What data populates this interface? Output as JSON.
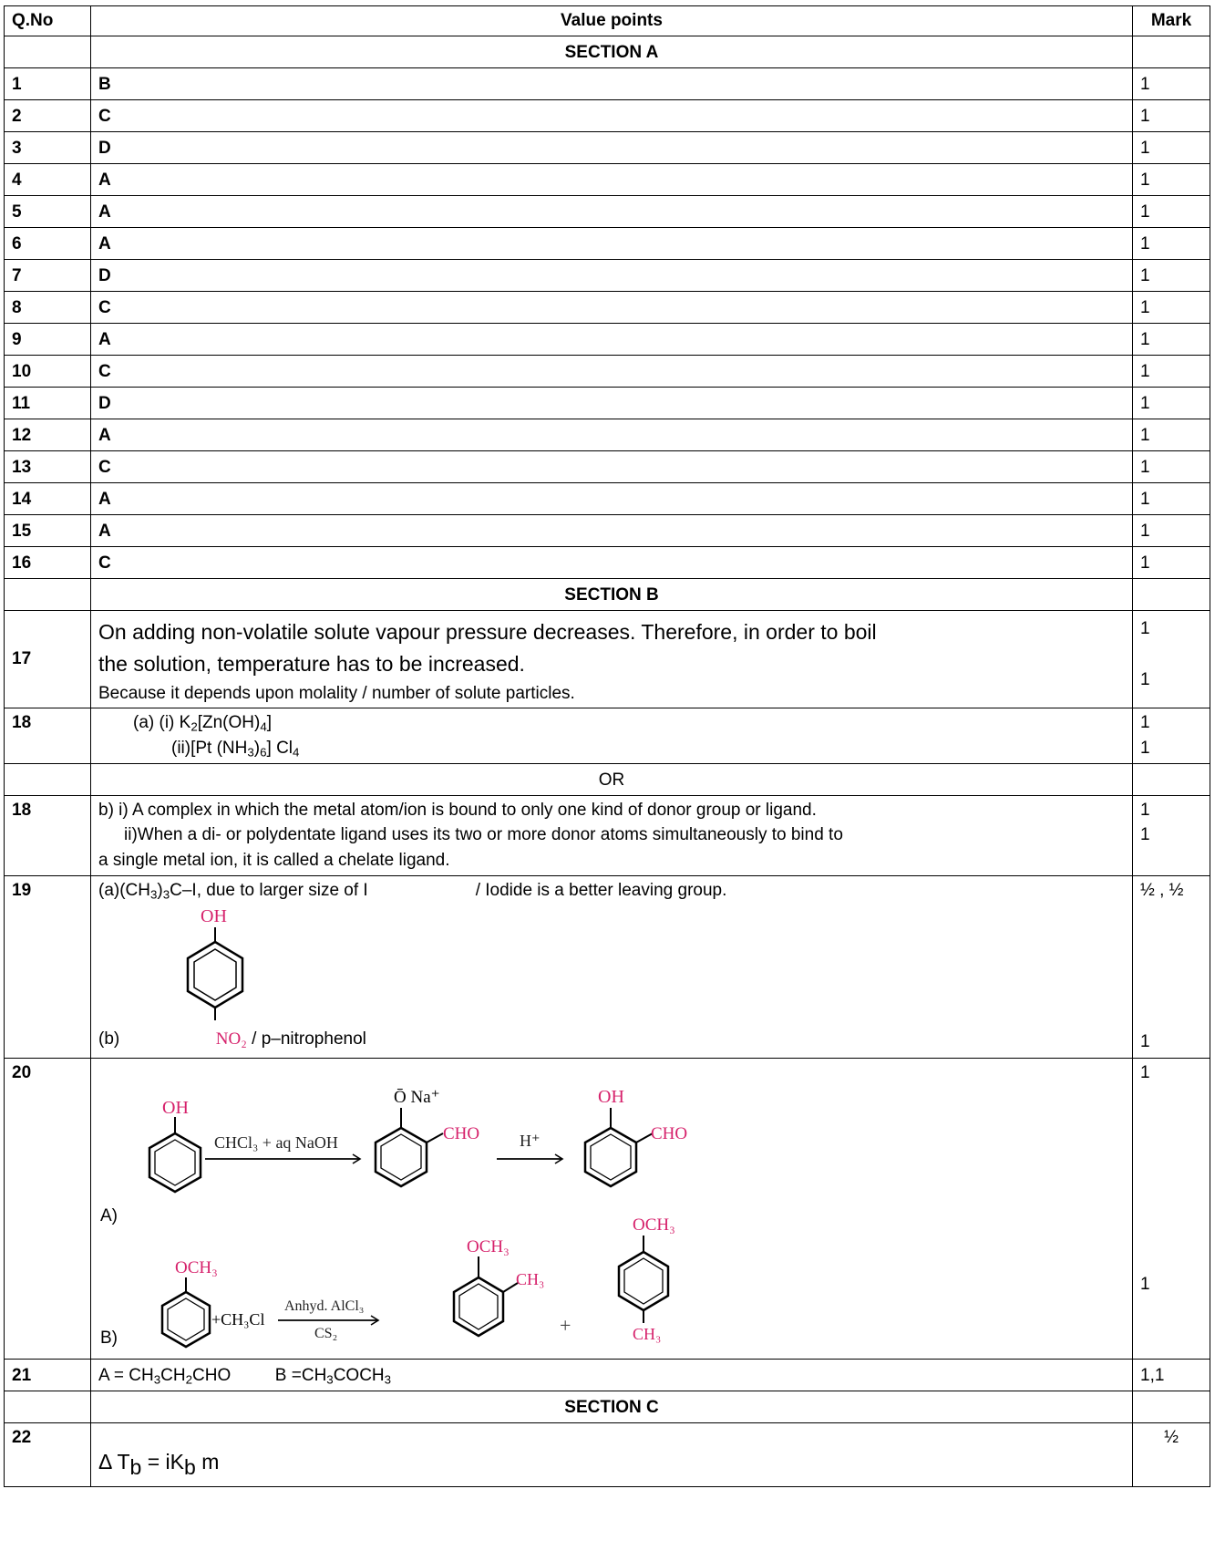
{
  "header": {
    "qno": "Q.No",
    "value_points": "Value points",
    "mark": "Mark"
  },
  "sections": {
    "a": "SECTION A",
    "b": "SECTION B",
    "c": "SECTION C"
  },
  "section_a": [
    {
      "q": "1",
      "answer": "B",
      "mark": "1"
    },
    {
      "q": "2",
      "answer": "C",
      "mark": "1"
    },
    {
      "q": "3",
      "answer": "D",
      "mark": "1"
    },
    {
      "q": "4",
      "answer": "A",
      "mark": "1"
    },
    {
      "q": "5",
      "answer": "A",
      "mark": "1"
    },
    {
      "q": "6",
      "answer": "A",
      "mark": "1"
    },
    {
      "q": "7",
      "answer": "D",
      "mark": "1"
    },
    {
      "q": "8",
      "answer": "C",
      "mark": "1"
    },
    {
      "q": "9",
      "answer": "A",
      "mark": "1"
    },
    {
      "q": "10",
      "answer": "C",
      "mark": "1"
    },
    {
      "q": "11",
      "answer": "D",
      "mark": "1"
    },
    {
      "q": "12",
      "answer": "A",
      "mark": "1"
    },
    {
      "q": "13",
      "answer": "C",
      "mark": "1"
    },
    {
      "q": "14",
      "answer": "A",
      "mark": "1"
    },
    {
      "q": "15",
      "answer": "A",
      "mark": "1"
    },
    {
      "q": "16",
      "answer": "C",
      "mark": "1"
    }
  ],
  "q17": {
    "q": "17",
    "line1": "On adding non-volatile solute vapour pressure decreases. Therefore, in order to boil",
    "line2": "the solution, temperature has to be increased.",
    "line3": "Because it depends upon molality / number of solute particles.",
    "mark1": "1",
    "mark2": "1"
  },
  "q18a": {
    "q": "18",
    "prefix": "(a)  (i) K",
    "part1_tail": "[Zn(OH)",
    "part1_end": "]",
    "part2_prefix": "(ii)[Pt (NH",
    "part2_mid": ")",
    "part2_end": "] Cl",
    "sub2": "2",
    "sub4": "4",
    "sub3": "3",
    "sub6": "6",
    "mark1": "1",
    "mark2": "1"
  },
  "or_text": "OR",
  "q18b": {
    "q": "18",
    "line1": "b) i) A complex in which the metal atom/ion is bound to only one kind of donor group or ligand.",
    "line2": "ii)When a di- or polydentate ligand uses its two or more donor atoms simultaneously to bind to",
    "line3": "a single metal ion, it is called a chelate ligand.",
    "mark1": "1",
    "mark2": "1"
  },
  "q19": {
    "q": "19",
    "a_prefix": "(a)(CH",
    "a_mid": ")",
    "a_rest": "C–I, due to larger size of I",
    "a_tail": "/ Iodide is a better leaving group.",
    "sub3a": "3",
    "sub3b": "3",
    "b_label": "(b)",
    "b_text": "/ p–nitrophenol",
    "oh": "OH",
    "no2": "NO₂",
    "mark_a": "½ , ½",
    "mark_b": "1"
  },
  "q20": {
    "q": "20",
    "a_label": "A)",
    "b_label": "B)",
    "oh": "OH",
    "o_na": "Ō Na⁺",
    "cho": "CHO",
    "reagent_a": "CHCl₃ + aq NaOH",
    "h_plus": "H⁺",
    "och3": "OCH₃",
    "ch3cl": "+CH₃Cl",
    "reagent_b_top": "Anhyd. AlCl₃",
    "reagent_b_bottom": "CS₂",
    "ch3": "CH₃",
    "plus": "+",
    "mark_a": "1",
    "mark_b": "1"
  },
  "q21": {
    "q": "21",
    "a_prefix": "A = CH",
    "a_mid1": "CH",
    "a_end": "CHO",
    "b_prefix": "B =CH",
    "b_mid": "COCH",
    "sub3": "3",
    "sub2": "2",
    "mark": "1,1"
  },
  "q22": {
    "q": "22",
    "delta": "Δ T",
    "sub_b": "b",
    "eq_mid": " = iK",
    "eq_end": " m",
    "mark": "½"
  }
}
